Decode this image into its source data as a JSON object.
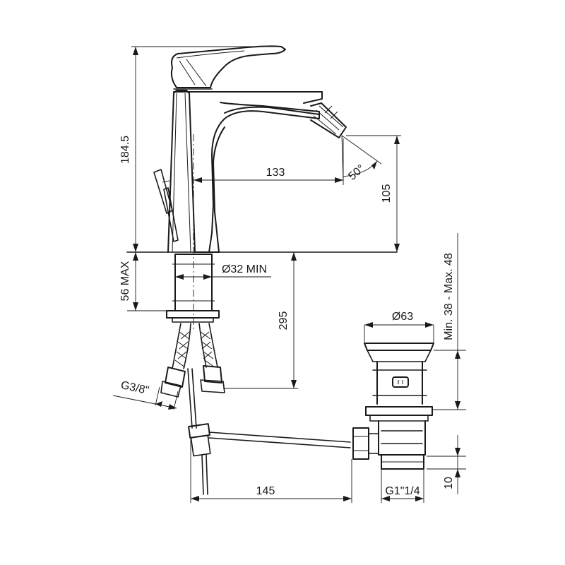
{
  "drawing": {
    "type": "technical-drawing",
    "subject": "bidet mixer tap with pop-up waste",
    "color": "#1a1a1a",
    "background": "#ffffff"
  },
  "dimensions": {
    "total_height": "184.5",
    "spout_reach": "133",
    "spout_angle": "50°",
    "spout_height": "105",
    "deck_thickness": "56 MAX",
    "hole_diameter": "Ø32 MIN",
    "hose_length": "295",
    "connection_thread": "G3/8\"",
    "rod_length": "145",
    "waste_diameter": "Ø63",
    "waste_range": "Min. 38 - Max. 48",
    "waste_thread": "G1\"1/4",
    "waste_tail": "10"
  }
}
